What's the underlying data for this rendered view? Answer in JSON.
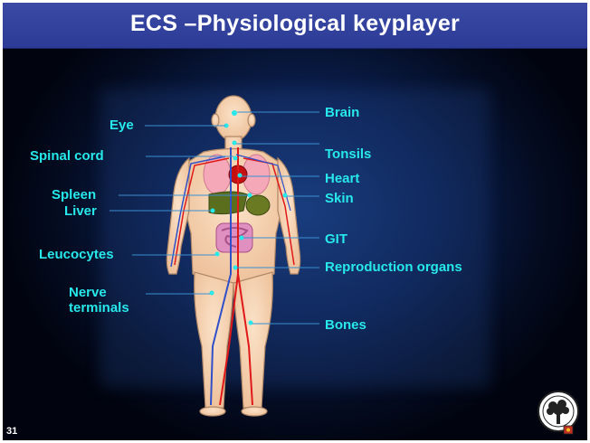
{
  "slide": {
    "title": "ECS –Physiological keyplayer",
    "page_number": "31"
  },
  "labels": {
    "eye": "Eye",
    "brain": "Brain",
    "spinal_cord": "Spinal cord",
    "tonsils": "Tonsils",
    "heart": "Heart",
    "spleen": "Spleen",
    "skin": "Skin",
    "liver": "Liver",
    "git": "GIT",
    "leucocytes": "Leucocytes",
    "reproduction_organs": "Reproduction organs",
    "nerve_terminals_line1": "Nerve",
    "nerve_terminals_line2": "terminals",
    "bones": "Bones"
  },
  "colors": {
    "label": "#27e8ea",
    "title_bar": "#2c3b96",
    "title_text": "#ffffff",
    "skin_tone": "#f7d2b0",
    "artery": "#e01818",
    "vein": "#2f50c8"
  }
}
